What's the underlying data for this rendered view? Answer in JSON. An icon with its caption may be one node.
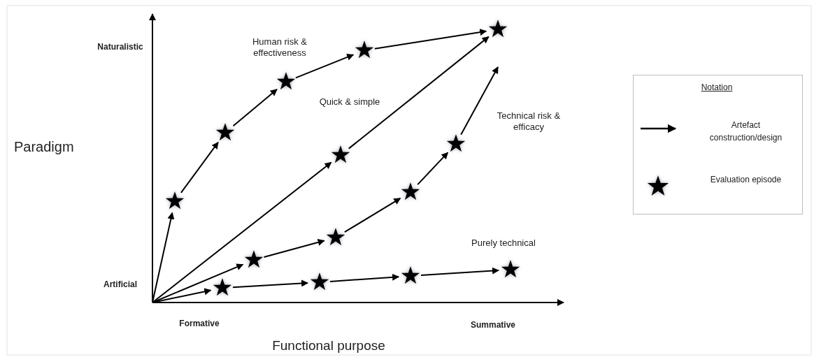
{
  "diagram": {
    "nodes": [
      {
        "text": [],
        "shape": "star"
      },
      {
        "text": [],
        "shape": "star"
      },
      {
        "text": [],
        "shape": "star"
      },
      {
        "text": [],
        "shape": "star"
      },
      {
        "text": [],
        "shape": "star"
      },
      {
        "text": [],
        "shape": "star"
      },
      {
        "text": [],
        "shape": "star"
      },
      {
        "text": [],
        "shape": "star"
      },
      {
        "text": [],
        "shape": "star"
      },
      {
        "text": [],
        "shape": "star"
      },
      {
        "text": [],
        "shape": "star"
      },
      {
        "text": [],
        "shape": "star"
      },
      {
        "text": [],
        "shape": "star"
      },
      {
        "text": [],
        "shape": "star"
      }
    ],
    "edges": [
      {
        "from": null,
        "to": 0,
        "arrow": "to"
      },
      {
        "from": 0,
        "to": 2,
        "arrow": "to"
      },
      {
        "from": 2,
        "to": 4,
        "arrow": "to"
      },
      {
        "from": 4,
        "to": 8,
        "arrow": "to"
      },
      {
        "from": 8,
        "to": 12,
        "arrow": "to"
      },
      {
        "from": null,
        "to": 7,
        "arrow": "to"
      },
      {
        "from": 7,
        "to": 12,
        "arrow": "to"
      },
      {
        "from": null,
        "to": 3,
        "arrow": "to"
      },
      {
        "from": 3,
        "to": 6,
        "arrow": "to"
      },
      {
        "from": 6,
        "to": 9,
        "arrow": "to"
      },
      {
        "from": 9,
        "to": 11,
        "arrow": "to"
      },
      {
        "from": 11,
        "to": null,
        "arrow": "to"
      },
      {
        "from": null,
        "to": 1,
        "arrow": "to"
      },
      {
        "from": 1,
        "to": 5,
        "arrow": "to"
      },
      {
        "from": 5,
        "to": 10,
        "arrow": "to"
      },
      {
        "from": 10,
        "to": 13,
        "arrow": "to"
      }
    ],
    "labels": [
      "Naturalistic",
      "Human risk & effectiveness",
      "Paradigm",
      "Quick & simple",
      "Technical risk & efficacy",
      "Purely technical",
      "Artificial",
      "Formative",
      "Summative",
      "Functional purpose",
      "Notation"
    ],
    "legend": [
      {
        "text": "Artefact construction/design"
      },
      {
        "text": "Evaluation episode"
      }
    ]
  }
}
